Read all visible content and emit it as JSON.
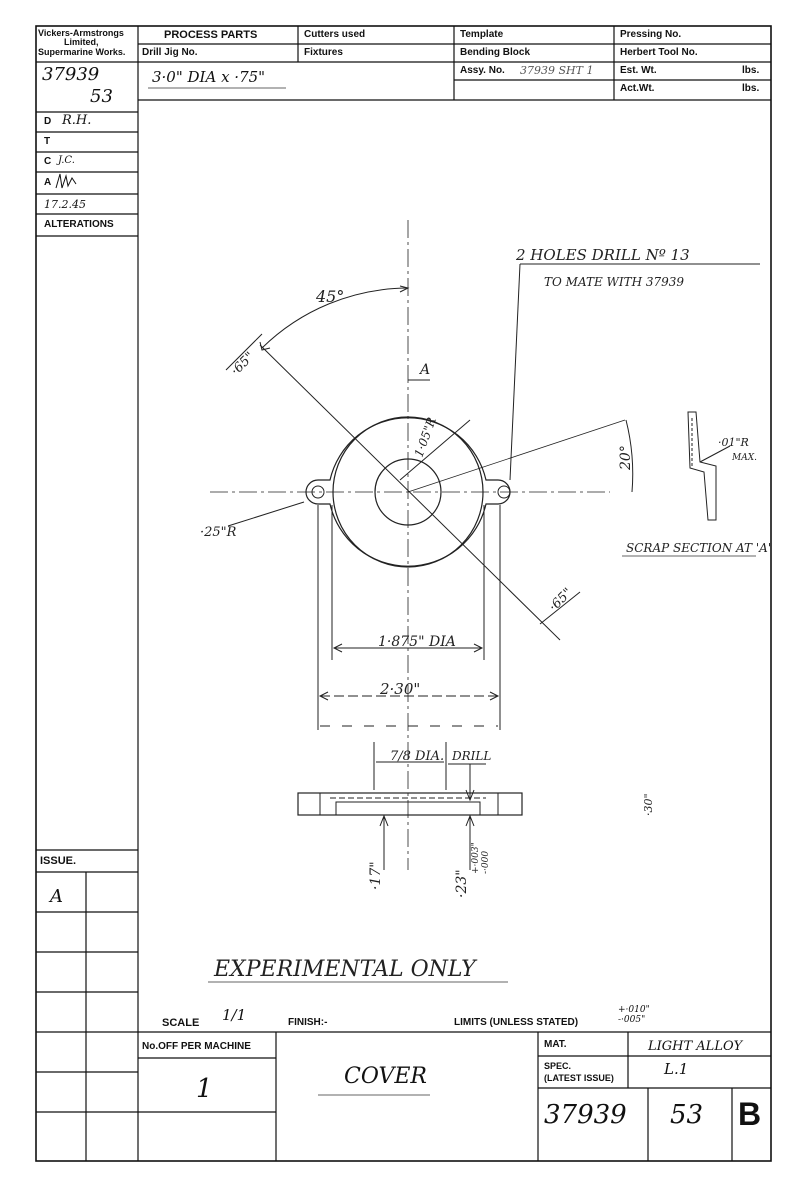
{
  "company": {
    "line1": "Vickers-Armstrongs",
    "line2": "Limited,",
    "line3": "Supermarine Works."
  },
  "header": {
    "process_parts": "PROCESS PARTS",
    "drill_jig": "Drill Jig No.",
    "drill_jig_value": "3·0\" DIA x ·75\"",
    "cutters_used": "Cutters used",
    "fixtures": "Fixtures",
    "template": "Template",
    "bending_block": "Bending Block",
    "assy_no": "Assy. No.",
    "assy_value": "37939 SHT 1",
    "pressing_no": "Pressing No.",
    "herbert_tool_no": "Herbert Tool No.",
    "est_wt": "Est. Wt.",
    "act_wt": "Act.Wt.",
    "lbs": "lbs."
  },
  "drawing_number": {
    "top": "37939",
    "bottom": "53"
  },
  "approvals": {
    "d_label": "D",
    "d_value": "R.H.",
    "t_label": "T",
    "c_label": "C",
    "c_value": "J.C.",
    "a_label": "A",
    "date": "17.2.45",
    "alterations": "ALTERATIONS"
  },
  "issue": {
    "label": "ISSUE.",
    "value": "A"
  },
  "drawing": {
    "angle_45": "45°",
    "angle_20": "20°",
    "dim_65_top": "·65\"",
    "dim_65_bottom": "·65\"",
    "dim_105r": "1·05\"R",
    "dim_25r": "·25\"R",
    "section_mark": "A",
    "holes_note_1": "2 HOLES DRILL Nº 13",
    "holes_note_2": "TO MATE WITH 37939",
    "radius_note": "·01\"R",
    "radius_max": "MAX.",
    "section_label": "SCRAP SECTION AT 'A'",
    "dim_1875": "1·875\" DIA",
    "dim_230": "2·30\"",
    "dim_78": "7/8 DIA.",
    "drill": "DRILL",
    "dim_17": "·17\"",
    "dim_23": "·23\"",
    "dim_23_tol_plus": "+·003\"",
    "dim_23_tol_minus": "-·000",
    "dim_30": "·30\"",
    "experimental": "EXPERIMENTAL ONLY"
  },
  "title_block": {
    "scale_label": "SCALE",
    "scale_value": "1/1",
    "finish_label": "FINISH:-",
    "limits_label": "LIMITS (UNLESS STATED)",
    "limits_plus": "+·010\"",
    "limits_minus": "-·005\"",
    "no_off_label": "No.OFF PER MACHINE",
    "no_off_value": "1",
    "title": "COVER",
    "mat_label": "MAT.",
    "mat_value": "LIGHT ALLOY",
    "spec_label_1": "SPEC.",
    "spec_label_2": "(LATEST ISSUE)",
    "spec_value": "L.1",
    "number": "37939",
    "sheet": "53",
    "issue_letter": "B"
  }
}
